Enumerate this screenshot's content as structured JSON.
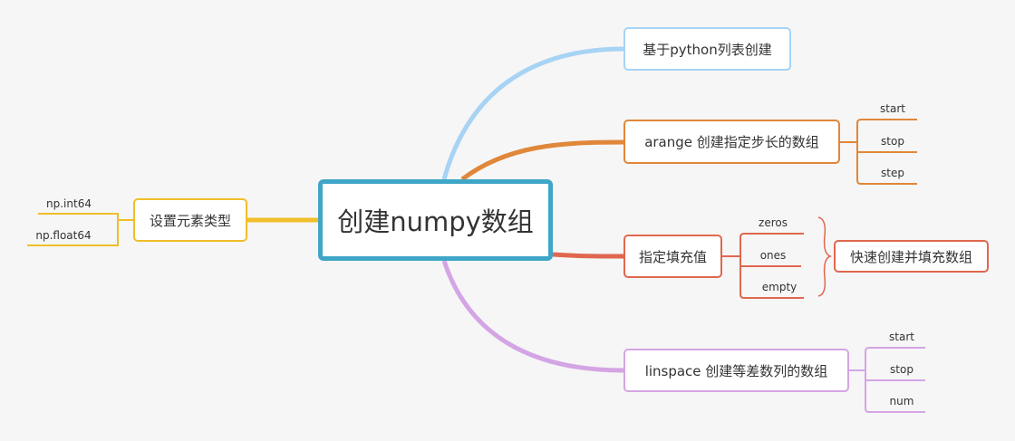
{
  "colors": {
    "center": "#3fa6c8",
    "blue": "#a7d3f5",
    "orange": "#e0873a",
    "red": "#e0674f",
    "purple": "#d4a5e4",
    "yellow": "#f0be2a"
  },
  "center": {
    "label": "创建numpy数组"
  },
  "branches": {
    "python_list": {
      "label": "基于python列表创建"
    },
    "arange": {
      "label": "arange 创建指定步长的数组",
      "children": [
        "start",
        "stop",
        "step"
      ]
    },
    "fill": {
      "label": "指定填充值",
      "children": [
        "zeros",
        "ones",
        "empty"
      ],
      "summary": "快速创建并填充数组"
    },
    "linspace": {
      "label": "linspace 创建等差数列的数组",
      "children": [
        "start",
        "stop",
        "num"
      ]
    },
    "dtype": {
      "label": "设置元素类型",
      "children": [
        "np.int64",
        "np.float64"
      ]
    }
  }
}
